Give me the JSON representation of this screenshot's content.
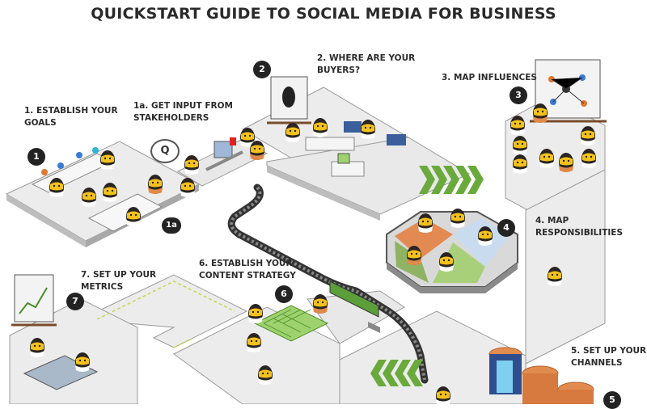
{
  "title": "QUICKSTART GUIDE TO SOCIAL MEDIA FOR BUSINESS",
  "steps": [
    {
      "number": "1",
      "lines": [
        "1. ESTABLISH YOUR",
        "GOALS"
      ]
    },
    {
      "number": "1a",
      "lines": [
        "1a. GET INPUT FROM",
        "STAKEHOLDERS"
      ]
    },
    {
      "number": "2",
      "lines": [
        "2. WHERE ARE YOUR",
        "BUYERS?"
      ]
    },
    {
      "number": "3",
      "lines": [
        "3. MAP INFLUENCES"
      ]
    },
    {
      "number": "4",
      "lines": [
        "4. MAP",
        "RESPONSIBILITIES"
      ]
    },
    {
      "number": "5",
      "lines": [
        "5. SET UP YOUR",
        "CHANNELS"
      ]
    },
    {
      "number": "6",
      "lines": [
        "6. ESTABLISH YOUR",
        "CONTENT STRATEGY"
      ]
    },
    {
      "number": "7",
      "lines": [
        "7. SET UP YOUR",
        "METRICS"
      ]
    }
  ],
  "bubble": "Q",
  "colors": {
    "floor_top": "#ebebeb",
    "floor_side": "#bdbdbd",
    "path_dash": "#c8d84a",
    "chevron": "#5aa13a",
    "character_yellow": "#f5c21b",
    "character_dark": "#2a2522",
    "badge": "#232323",
    "accent_orange": "#e08a4a",
    "accent_blue": "#4b78c2"
  }
}
